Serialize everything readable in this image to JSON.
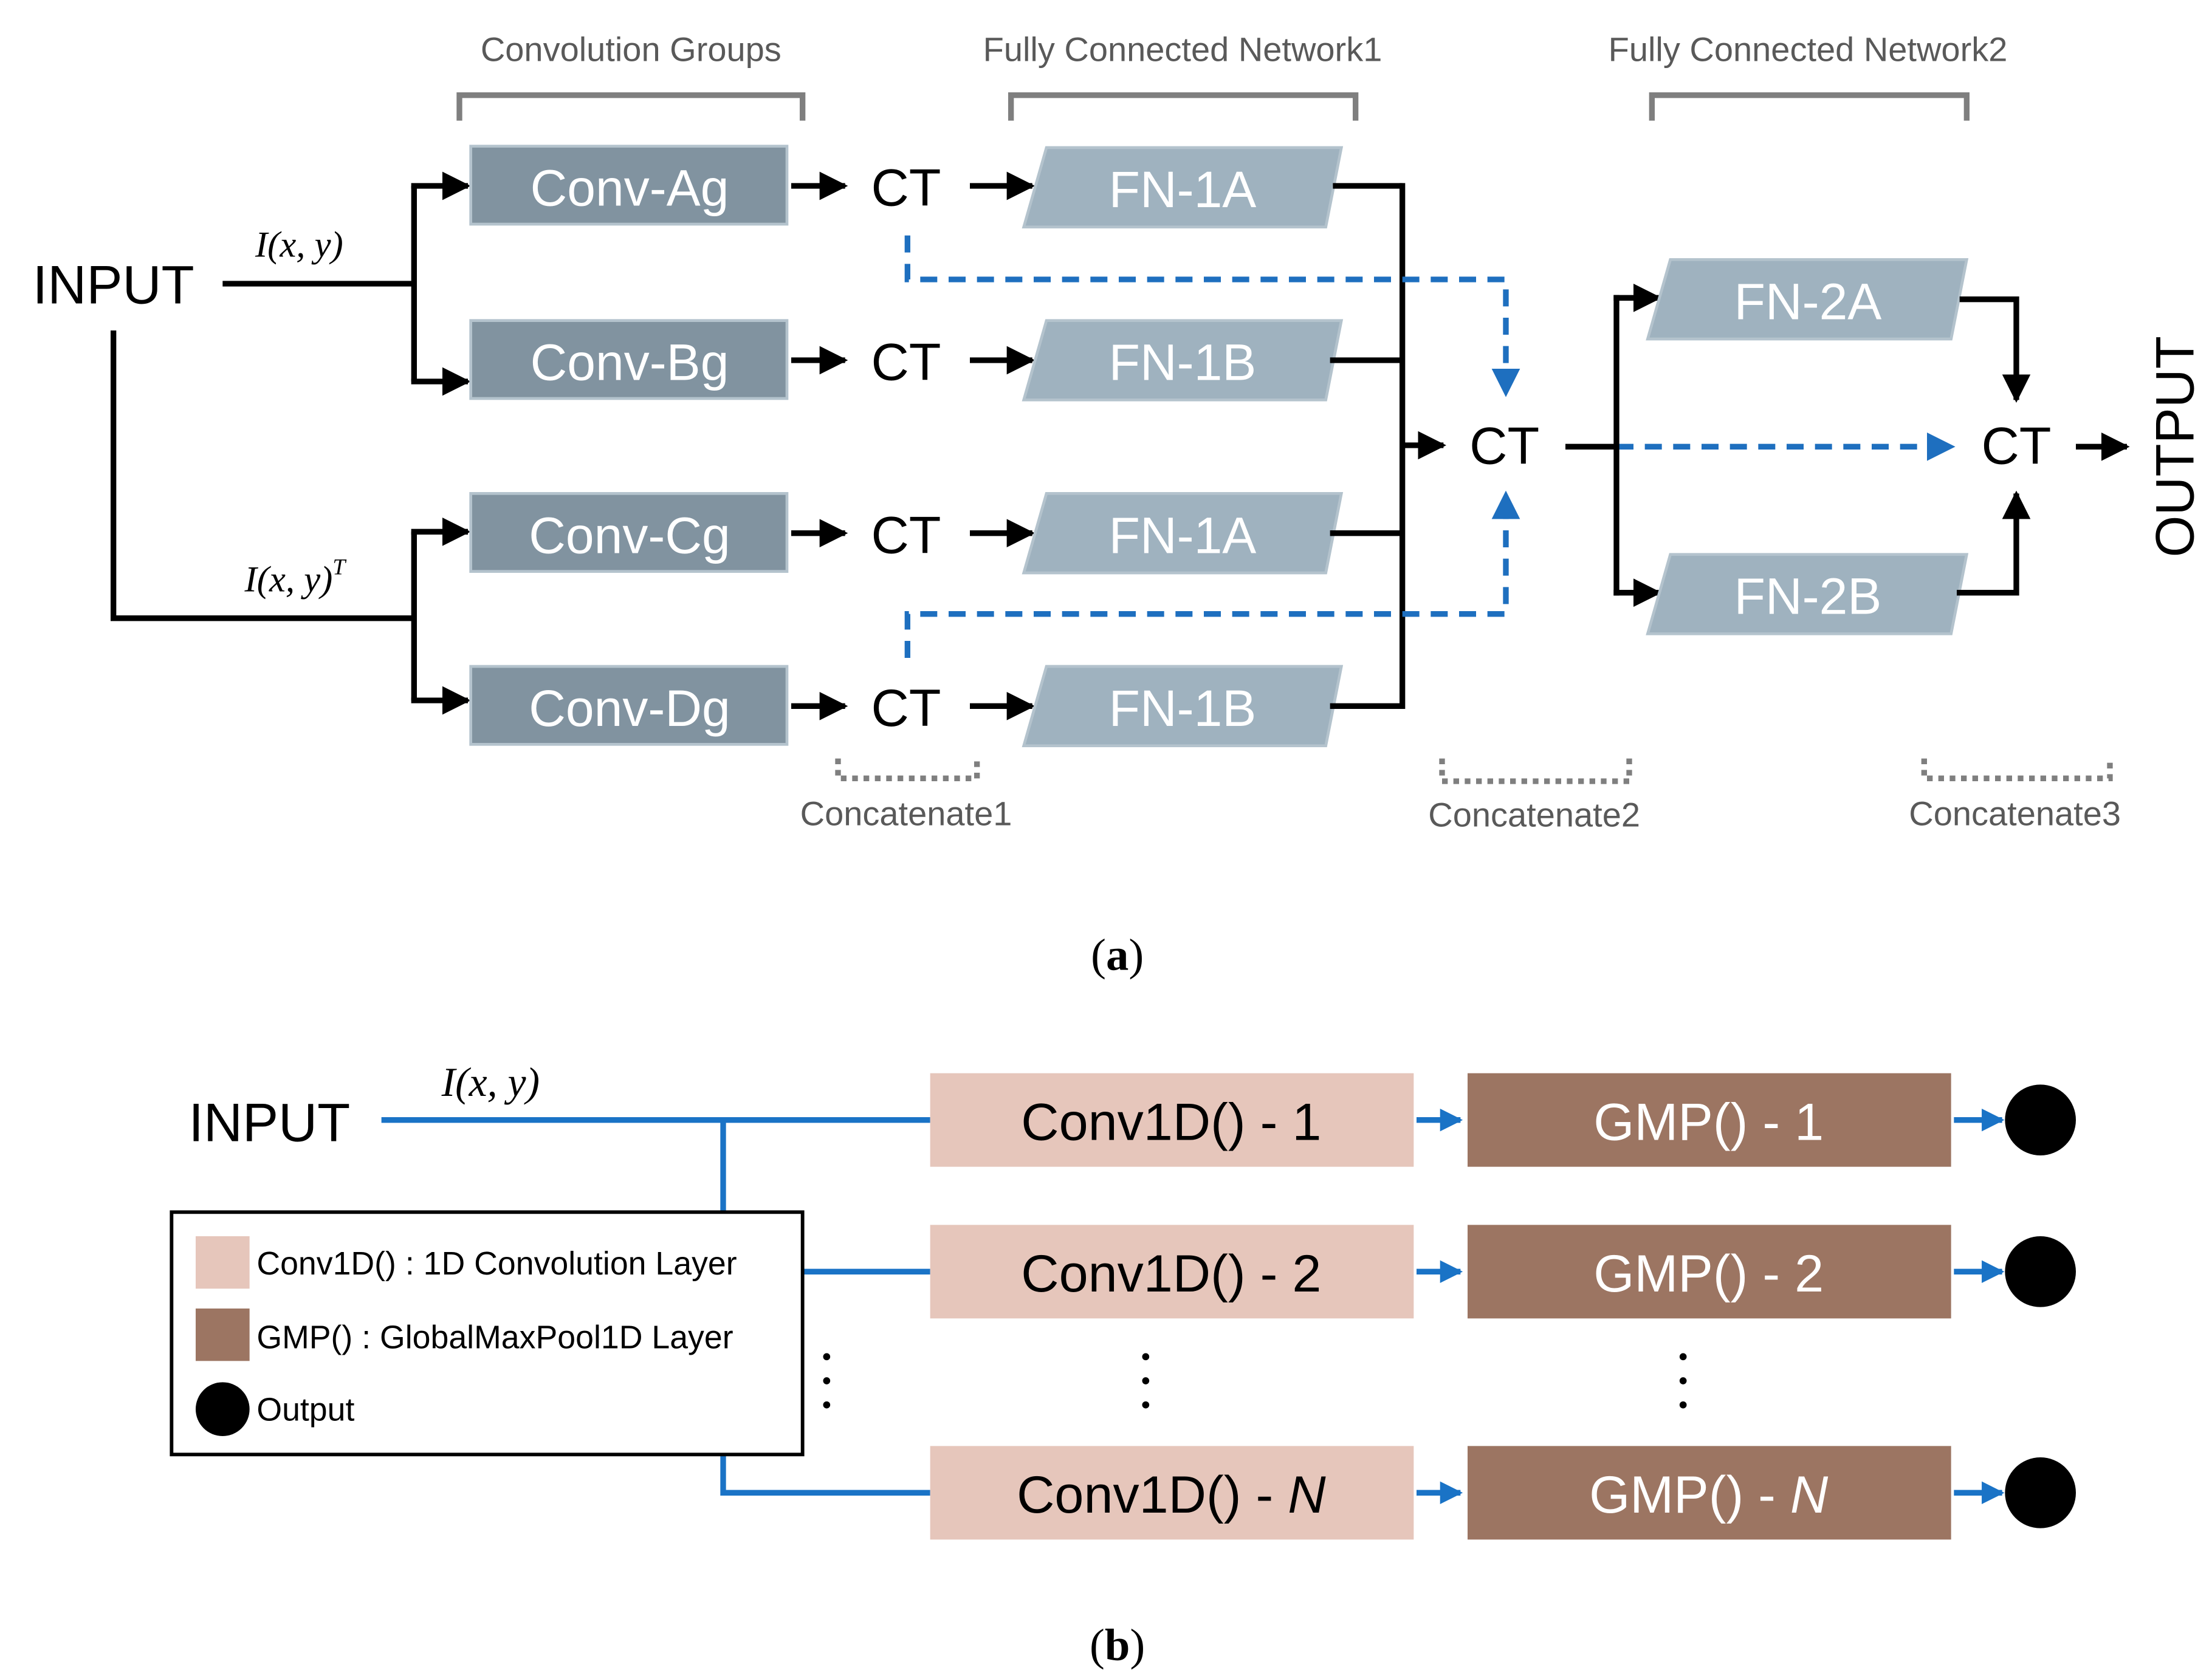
{
  "panel_a": {
    "group_labels": {
      "conv": "Convolution Groups",
      "fc1": "Fully Connected Network1",
      "fc2": "Fully Connected Network2"
    },
    "input_label": "INPUT",
    "input_signal": "I(x, y)",
    "input_signal_transposed": "I(x, y)",
    "transpose_superscript": "T",
    "conv_blocks": [
      "Conv-Ag",
      "Conv-Bg",
      "Conv-Cg",
      "Conv-Dg"
    ],
    "ct_label": "CT",
    "fn1_blocks": [
      "FN-1A",
      "FN-1B",
      "FN-1A",
      "FN-1B"
    ],
    "fn2_blocks": [
      "FN-2A",
      "FN-2B"
    ],
    "output_label": "OUTPUT",
    "concat_labels": [
      "Concatenate1",
      "Concatenate2",
      "Concatenate3"
    ],
    "caption": "a"
  },
  "panel_b": {
    "input_label": "INPUT",
    "input_signal": "I(x, y)",
    "rows": [
      {
        "conv_prefix": "Conv1D() - ",
        "conv_index": "1",
        "gmp_prefix": "GMP() - ",
        "gmp_index": "1"
      },
      {
        "conv_prefix": "Conv1D() - ",
        "conv_index": "2",
        "gmp_prefix": "GMP() - ",
        "gmp_index": "2"
      },
      {
        "conv_prefix": "Conv1D() - ",
        "conv_index": "N",
        "gmp_prefix": "GMP() - ",
        "gmp_index": "N"
      }
    ],
    "legend": {
      "conv": "Conv1D() : 1D Convolution Layer",
      "gmp": "GMP() : GlobalMaxPool1D Layer",
      "output": "Output"
    },
    "caption": "b"
  },
  "colors": {
    "conv_block": "#8193a0",
    "fn_block": "#9fb2bf",
    "block_edge": "#b4c3cd",
    "bracket": "#7f7f7f",
    "dashed_blue": "#1e6fbf",
    "blue_line": "#1a73c6",
    "conv1d_fill": "#e6c6bb",
    "gmp_fill": "#9c7562",
    "caption_text": "#595959"
  }
}
